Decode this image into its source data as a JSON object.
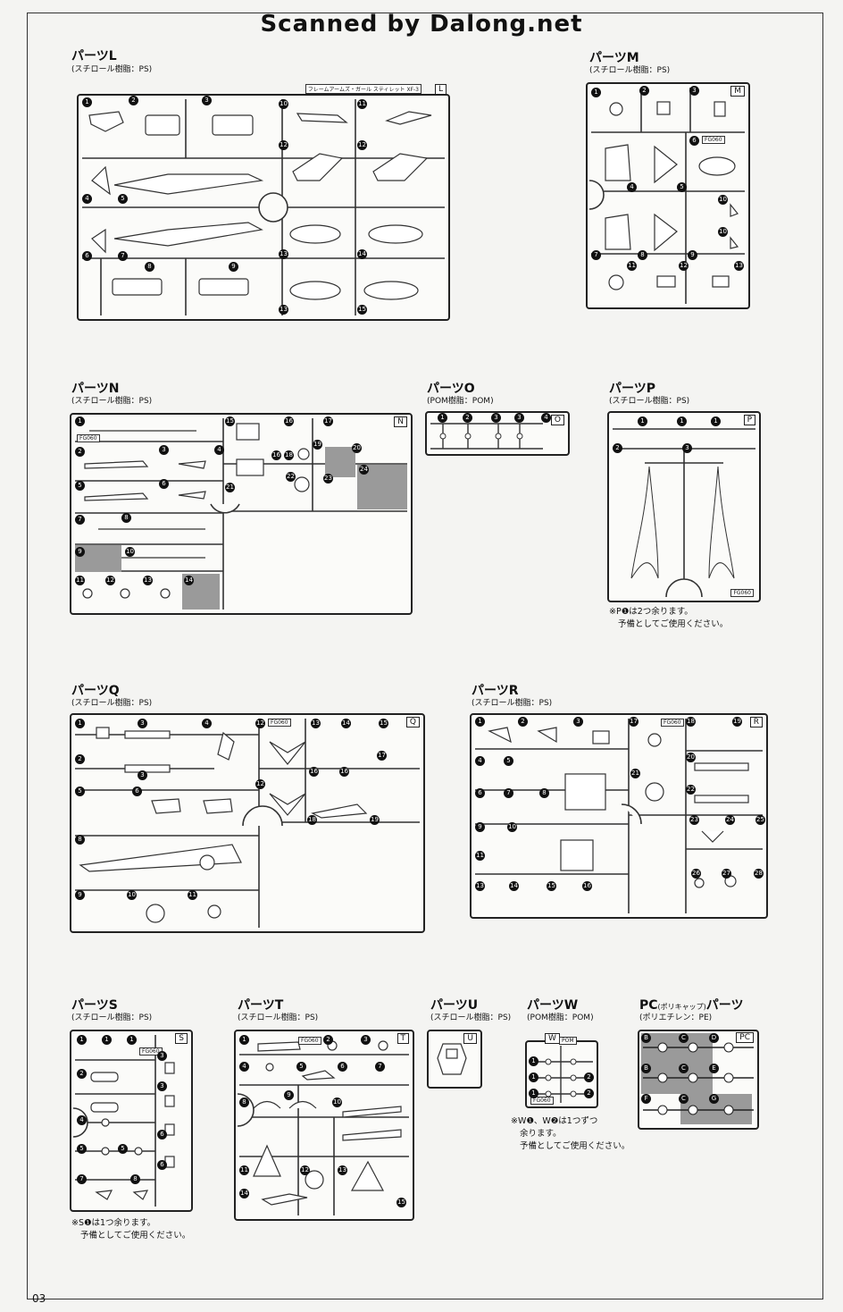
{
  "watermark": "Scanned by Dalong.net",
  "page_number": "03",
  "sprues": {
    "L": {
      "title": "パーツL",
      "material": "(スチロール樹脂：PS)",
      "tag": "L",
      "inscription": "フレームアームズ・ガール スティレット XF-3",
      "numbers": [
        "1",
        "2",
        "3",
        "4",
        "5",
        "6",
        "7",
        "8",
        "9",
        "10",
        "11",
        "12",
        "12",
        "13",
        "14",
        "13",
        "15"
      ]
    },
    "M": {
      "title": "パーツM",
      "material": "(スチロール樹脂：PS)",
      "tag": "M",
      "numbers": [
        "1",
        "2",
        "3",
        "6",
        "4",
        "5",
        "10",
        "10",
        "7",
        "8",
        "9",
        "11",
        "12",
        "13"
      ]
    },
    "N": {
      "title": "パーツN",
      "material": "(スチロール樹脂：PS)",
      "tag": "N",
      "numbers": [
        "1",
        "15",
        "16",
        "17",
        "18",
        "19",
        "20",
        "24",
        "2",
        "3",
        "4",
        "16",
        "5",
        "6",
        "21",
        "22",
        "23",
        "7",
        "8",
        "9",
        "10",
        "11",
        "12",
        "13",
        "14"
      ]
    },
    "O": {
      "title": "パーツO",
      "material": "(POM樹脂：POM)",
      "tag": "O",
      "numbers": [
        "1",
        "2",
        "3",
        "3",
        "4"
      ]
    },
    "P": {
      "title": "パーツP",
      "material": "(スチロール樹脂：PS)",
      "tag": "P",
      "numbers": [
        "1",
        "1",
        "1",
        "2",
        "3"
      ]
    },
    "Q": {
      "title": "パーツQ",
      "material": "(スチロール樹脂：PS)",
      "tag": "Q",
      "numbers": [
        "1",
        "3",
        "4",
        "12",
        "13",
        "14",
        "15",
        "2",
        "3",
        "16",
        "16",
        "17",
        "5",
        "6",
        "12",
        "18",
        "19",
        "8",
        "9",
        "10",
        "11"
      ]
    },
    "R": {
      "title": "パーツR",
      "material": "(スチロール樹脂：PS)",
      "tag": "R",
      "numbers": [
        "1",
        "2",
        "3",
        "17",
        "18",
        "19",
        "4",
        "5",
        "20",
        "21",
        "6",
        "7",
        "8",
        "22",
        "9",
        "10",
        "23",
        "24",
        "25",
        "11",
        "26",
        "27",
        "28",
        "13",
        "14",
        "15",
        "16"
      ]
    },
    "S": {
      "title": "パーツS",
      "material": "(スチロール樹脂：PS)",
      "tag": "S",
      "numbers": [
        "1",
        "1",
        "1",
        "3",
        "2",
        "3",
        "4",
        "5",
        "6",
        "5",
        "6",
        "7",
        "8"
      ]
    },
    "T": {
      "title": "パーツT",
      "material": "(スチロール樹脂：PS)",
      "tag": "T",
      "numbers": [
        "1",
        "2",
        "3",
        "4",
        "5",
        "6",
        "7",
        "8",
        "9",
        "10",
        "11",
        "12",
        "13",
        "14",
        "15"
      ]
    },
    "U": {
      "title": "パーツU",
      "material": "(スチロール樹脂：PS)",
      "tag": "U"
    },
    "W": {
      "title": "パーツW",
      "material": "(POM樹脂：POM)",
      "tag": "W",
      "tag_sub": "POM",
      "numbers": [
        "1",
        "1",
        "2",
        "1",
        "2"
      ]
    },
    "PC": {
      "title": "PC",
      "title_small": "(ポリキャップ)",
      "title_end": "パーツ",
      "material": "(ポリエチレン：PE)",
      "tag": "PC",
      "letters": [
        "B",
        "C",
        "D",
        "B",
        "C",
        "E",
        "F",
        "C",
        "G"
      ]
    }
  },
  "notes": {
    "P": [
      "※P❶は2つ余ります。",
      "予備としてご使用ください。"
    ],
    "S": [
      "※S❶は1つ余ります。",
      "予備としてご使用ください。"
    ],
    "W": [
      "※W❶、W❷は1つずつ",
      "余ります。",
      "予備としてご使用ください。"
    ]
  },
  "labels": {
    "fg_code": "FG060"
  }
}
